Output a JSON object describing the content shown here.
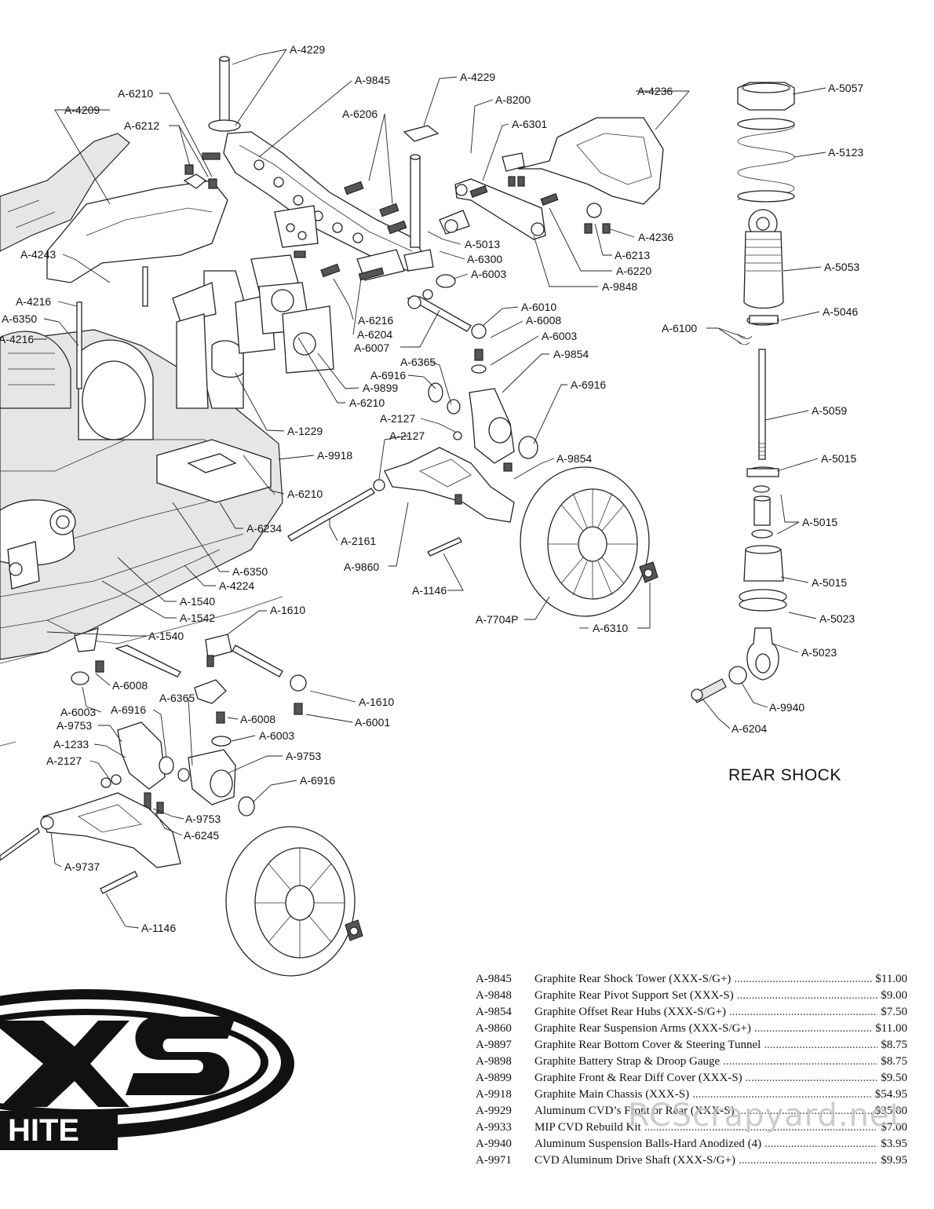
{
  "labels": {
    "l4229a": "A-4229",
    "l9845": "A-9845",
    "l4229b": "A-4229",
    "l8200": "A-8200",
    "l4236a": "A-4236",
    "l5057": "A-5057",
    "l6210a": "A-6210",
    "l4209": "A-4209",
    "l6206": "A-6206",
    "l6301": "A-6301",
    "l6212": "A-6212",
    "l5123": "A-5123",
    "l4236b": "A-4236",
    "l5013": "A-5013",
    "l4243": "A-4243",
    "l6213": "A-6213",
    "l6300": "A-6300",
    "l6220": "A-6220",
    "l5053": "A-5053",
    "l6003a": "A-6003",
    "l9848": "A-9848",
    "l4216a": "A-4216",
    "l6010": "A-6010",
    "l5046": "A-5046",
    "l6350a": "A-6350",
    "l6216": "A-6216",
    "l6008a": "A-6008",
    "l6100": "A-6100",
    "l4216b": "A-4216",
    "l6204a": "A-6204",
    "l6003b": "A-6003",
    "l6007": "A-6007",
    "l9854a": "A-9854",
    "l6365a": "A-6365",
    "l6916a": "A-6916",
    "l9899": "A-9899",
    "l6916b": "A-6916",
    "l6210b": "A-6210",
    "l5059": "A-5059",
    "l2127a": "A-2127",
    "l1229": "A-1229",
    "l2127b": "A-2127",
    "l9918": "A-9918",
    "l9854b": "A-9854",
    "l5015a": "A-5015",
    "l6210c": "A-6210",
    "l5015b": "A-5015",
    "l6234": "A-6234",
    "l2161": "A-2161",
    "l9860": "A-9860",
    "l6350b": "A-6350",
    "l5015c": "A-5015",
    "l4224": "A-4224",
    "l1146a": "A-1146",
    "l1540a": "A-1540",
    "l1542": "A-1542",
    "l5023a": "A-5023",
    "l7704p": "A-7704P",
    "l6310": "A-6310",
    "l1610a": "A-1610",
    "l1540b": "A-1540",
    "l5023b": "A-5023",
    "l6008b": "A-6008",
    "l1610b": "A-1610",
    "l9940": "A-9940",
    "l6003c": "A-6003",
    "l6365b": "A-6365",
    "l6916c": "A-6916",
    "l6008c": "A-6008",
    "l6001": "A-6001",
    "l9753a": "A-9753",
    "l6204b": "A-6204",
    "l6003d": "A-6003",
    "l1233": "A-1233",
    "l9753b": "A-9753",
    "l2127c": "A-2127",
    "l6916d": "A-6916",
    "l9753c": "A-9753",
    "l6245": "A-6245",
    "l9737": "A-9737",
    "l1146b": "A-1146"
  },
  "shock_title": "REAR SHOCK",
  "logo_text": "HITE",
  "watermark": "RCScrapyard.net",
  "price_list": [
    {
      "part": "A-9845",
      "desc": "Graphite Rear Shock Tower (XXX-S/G+)",
      "price": "$11.00"
    },
    {
      "part": "A-9848",
      "desc": "Graphite Rear Pivot Support Set (XXX-S)",
      "price": "$9.00"
    },
    {
      "part": "A-9854",
      "desc": "Graphite Offset Rear Hubs (XXX-S/G+)",
      "price": "$7.50"
    },
    {
      "part": "A-9860",
      "desc": "Graphite Rear Suspension Arms (XXX-S/G+)",
      "price": "$11.00"
    },
    {
      "part": "A-9897",
      "desc": "Graphite Rear Bottom Cover & Steering Tunnel",
      "price": "$8.75"
    },
    {
      "part": "A-9898",
      "desc": "Graphite Battery Strap & Droop Gauge",
      "price": "$8.75"
    },
    {
      "part": "A-9899",
      "desc": "Graphite Front & Rear Diff Cover (XXX-S)",
      "price": "$9.50"
    },
    {
      "part": "A-9918",
      "desc": "Graphite Main Chassis (XXX-S)",
      "price": "$54.95"
    },
    {
      "part": "A-9929",
      "desc": "Aluminum CVD’s Front or Rear (XXX-S)",
      "price": "$35.00"
    },
    {
      "part": "A-9933",
      "desc": "MIP CVD Rebuild Kit",
      "price": "$7.00"
    },
    {
      "part": "A-9940",
      "desc": "Aluminum Suspension Balls-Hard Anodized (4)",
      "price": "$3.95"
    },
    {
      "part": "A-9971",
      "desc": "CVD Aluminum Drive Shaft (XXX-S/G+)",
      "price": "$9.95"
    }
  ]
}
